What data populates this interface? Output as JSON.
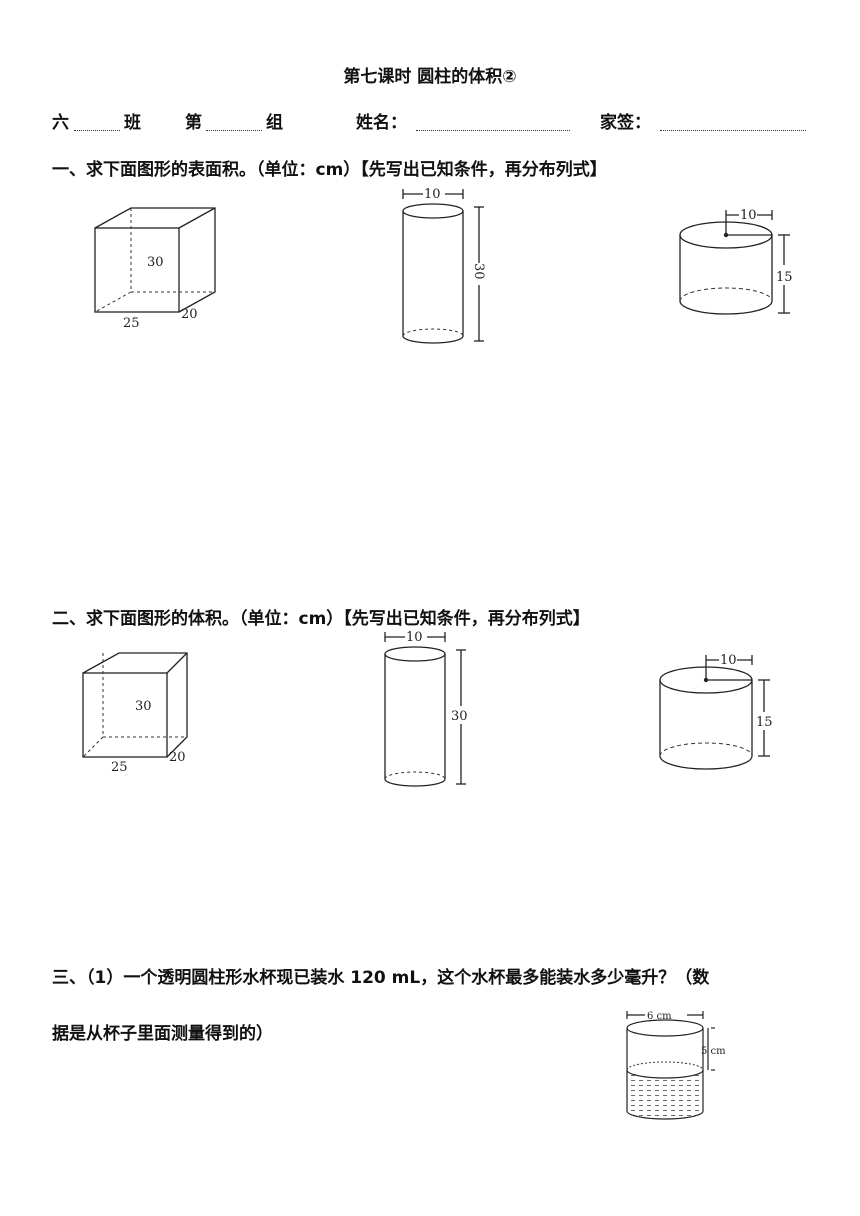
{
  "title": "第七课时  圆柱的体积②",
  "header": {
    "class_label1": "六",
    "class_label2": "班",
    "group_label1": "第",
    "group_label2": "组",
    "name_label": "姓名：",
    "parent_label": "家签："
  },
  "section1": {
    "text": "一、求下面图形的表面积。（单位：cm）【先写出已知条件，再分布列式】",
    "cuboid": {
      "height": "30",
      "length": "25",
      "width": "20"
    },
    "tall_cylinder": {
      "diameter": "10",
      "height": "30"
    },
    "short_cylinder": {
      "radius": "10",
      "height": "15"
    }
  },
  "section2": {
    "text": "二、求下面图形的体积。（单位：cm）【先写出已知条件，再分布列式】",
    "cuboid": {
      "height": "30",
      "length": "25",
      "width": "20"
    },
    "tall_cylinder": {
      "diameter": "10",
      "height": "30"
    },
    "short_cylinder": {
      "radius": "10",
      "height": "15"
    }
  },
  "section3": {
    "line1": "三、（1）一个透明圆柱形水杯现已装水 120 mL，这个水杯最多能装水多少毫升？（数",
    "line2": "据是从杯子里面测量得到的）",
    "cup": {
      "diameter": "6 cm",
      "empty_height": "5 cm"
    }
  }
}
